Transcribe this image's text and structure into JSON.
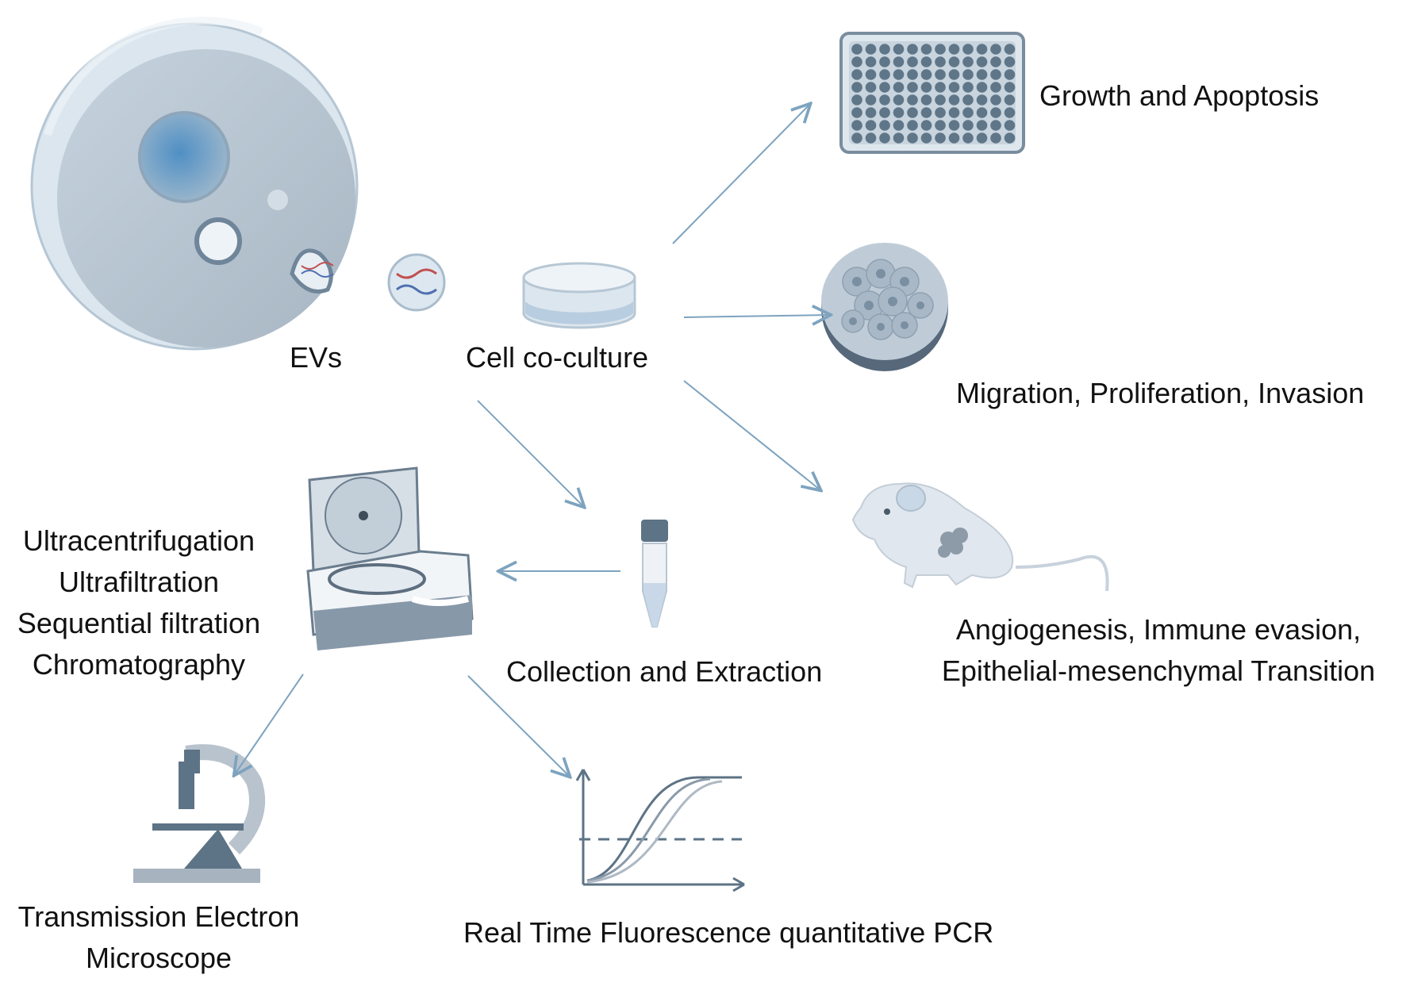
{
  "labels": {
    "evs": "EVs",
    "cell_coculture": "Cell co-culture",
    "growth_apoptosis": "Growth and Apoptosis",
    "migration": "Migration, Proliferation, Invasion",
    "angiogenesis_line1": "Angiogenesis, Immune evasion,",
    "angiogenesis_line2": "Epithelial-mesenchymal Transition",
    "collection": "Collection and Extraction",
    "methods": [
      "Ultracentrifugation",
      "Ultrafiltration",
      "Sequential filtration",
      "Chromatography"
    ],
    "tem_line1": "Transmission Electron",
    "tem_line2": "Microscope",
    "pcr": "Real Time Fluorescence quantitative PCR"
  },
  "icons": {
    "cell": "cell-icon",
    "ev": "extracellular-vesicle-icon",
    "dish": "petri-dish-icon",
    "plate": "well-plate-icon",
    "culture": "cell-culture-dish-icon",
    "mouse": "mouse-icon",
    "centrifuge": "centrifuge-icon",
    "tube": "tube-icon",
    "microscope": "microscope-icon",
    "pcr": "pcr-curve-icon"
  },
  "colors": {
    "arrow": "#7da3bf",
    "cell_light": "#c9d6e2",
    "cell_mid": "#a9b9c8",
    "accent_blue": "#4f8fc4",
    "dark_slate": "#5d7386"
  }
}
